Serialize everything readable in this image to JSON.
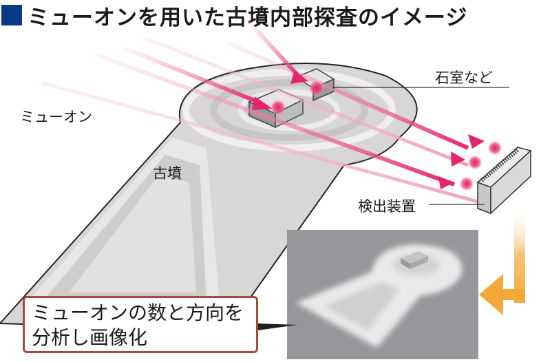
{
  "title": {
    "icon": "blue-square-icon",
    "text": "ミューオンを用いた古墳内部探査のイメージ",
    "square_color": "#0a3a86"
  },
  "labels": {
    "muon": "ミューオン",
    "kofun": "古墳",
    "stone_chamber": "石室など",
    "detector": "検出装置"
  },
  "callout": {
    "line1": "ミューオンの数と方向を",
    "line2": "分析し画像化",
    "border_color": "#a84a36"
  },
  "colors": {
    "muon_arrow": "#e6246e",
    "muon_trail": "#f2b7c8",
    "flow_arrow": "#f3a83a",
    "result_bg": "#96979b",
    "mound": "#d7d5d5"
  }
}
